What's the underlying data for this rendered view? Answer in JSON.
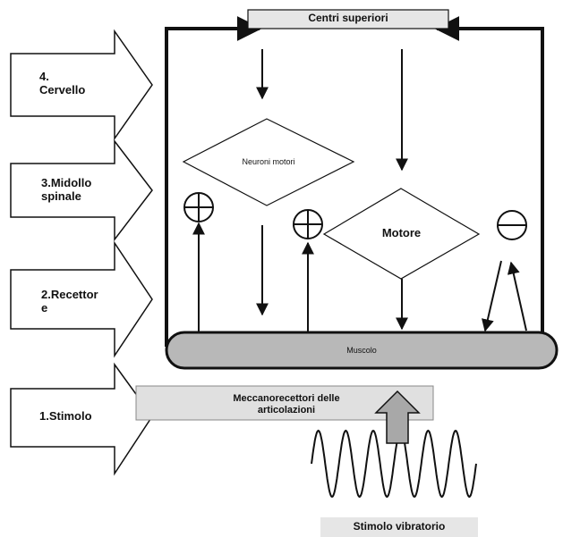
{
  "stages": [
    {
      "id": "cervello",
      "label": "4.\nCervello"
    },
    {
      "id": "midollo",
      "label": "3.Midollo\nspinale"
    },
    {
      "id": "recettore",
      "label": "2.Recettor\ne"
    },
    {
      "id": "stimolo",
      "label": "1.Stimolo"
    }
  ],
  "diagram": {
    "top_box": "Centri superiori",
    "neuroni": "Neuroni motori",
    "motore": "Motore",
    "muscolo": "Muscolo",
    "meccano": "Meccanorecettori delle\narticolazioni",
    "stimolo_vibratorio": "Stimolo vibratorio",
    "signs": {
      "plus": "+",
      "minus": "−"
    }
  },
  "colors": {
    "line": "#111111",
    "box_fill": "#e0e0e0",
    "muscle_fill": "#b8b8b8",
    "arrow_fill": "#a8a8a8"
  }
}
